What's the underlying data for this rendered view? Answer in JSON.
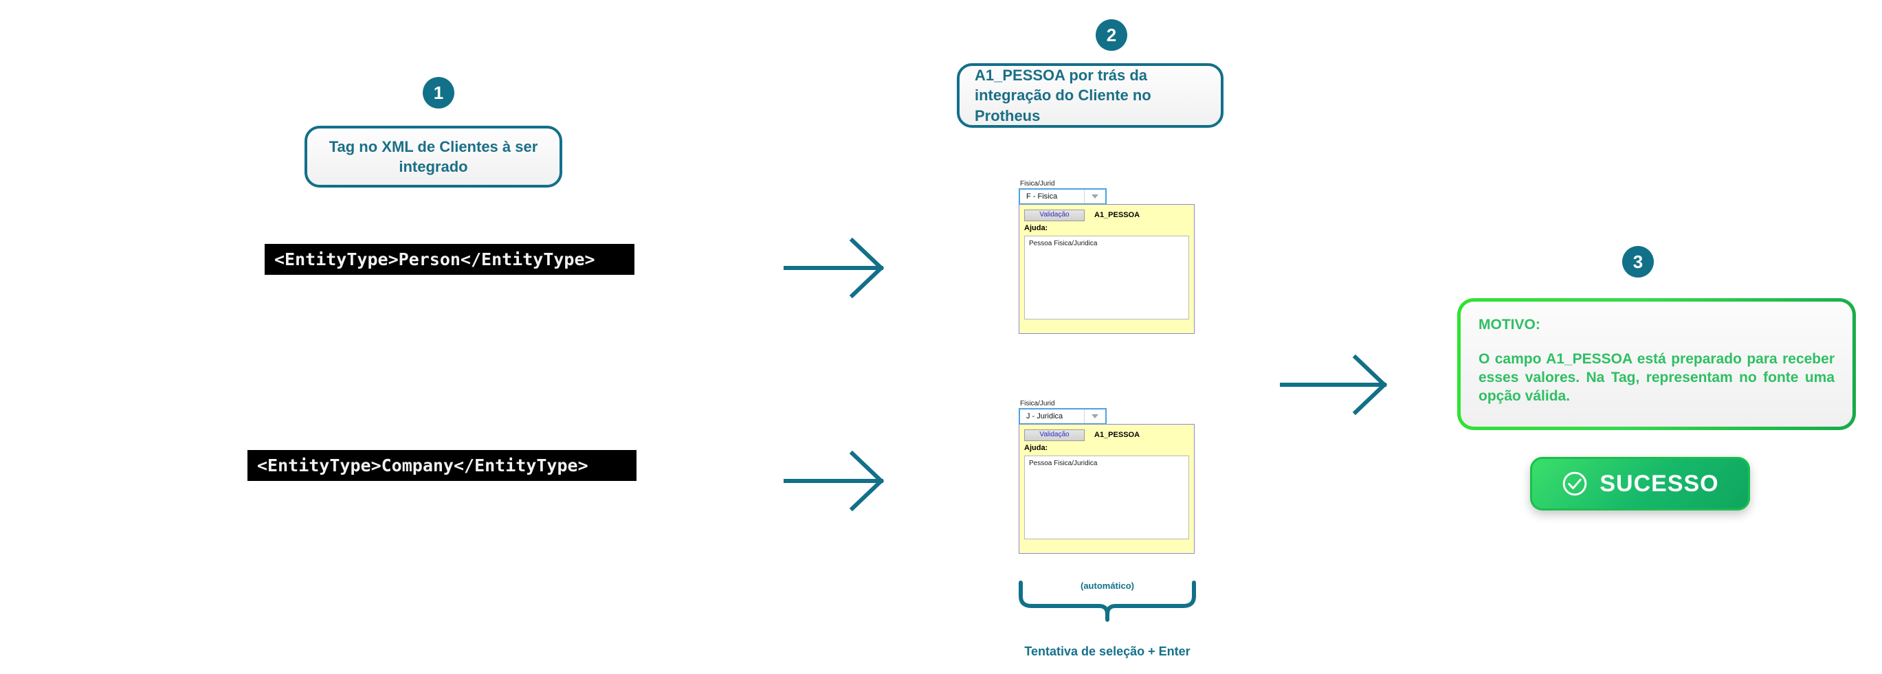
{
  "colors": {
    "teal": "#127089",
    "teal_text": "#1b6f86",
    "green_text": "#2fbf63",
    "green_border_start": "#2fe32f",
    "green_border_end": "#17a94a",
    "code_bg": "#000000",
    "panel_yellow": "#ffffb8"
  },
  "steps": {
    "one": {
      "badge": "1"
    },
    "two": {
      "badge": "2"
    },
    "three": {
      "badge": "3"
    }
  },
  "callouts": {
    "step1": "Tag no XML de Clientes à ser integrado",
    "step2": "A1_PESSOA por trás da integração do Cliente no Protheus"
  },
  "code_blocks": [
    {
      "text": "<EntityType>Person</EntityType>"
    },
    {
      "text": "<EntityType>Company</EntityType>"
    }
  ],
  "protheus_widgets": [
    {
      "field_label": "Fisica/Jurid",
      "combo_value": "F - Fisica",
      "validation_button": "Validação",
      "field_name": "A1_PESSOA",
      "help_label": "Ajuda:",
      "help_text": "Pessoa Fisica/Juridica"
    },
    {
      "field_label": "Fisica/Jurid",
      "combo_value": "J - Juridica",
      "validation_button": "Validação",
      "field_name": "A1_PESSOA",
      "help_label": "Ajuda:",
      "help_text": "Pessoa Fisica/Juridica"
    }
  ],
  "brace": {
    "label": "(automático)",
    "caption": "Tentativa de seleção + Enter"
  },
  "motive": {
    "title": "MOTIVO:",
    "body": "O campo A1_PESSOA está preparado para receber esses valores. Na Tag, representam no fonte uma opção válida."
  },
  "success": {
    "label": "SUCESSO",
    "icon": "check-circle-icon"
  },
  "arrows": [
    {
      "name": "arrow-person-to-widget"
    },
    {
      "name": "arrow-company-to-widget"
    },
    {
      "name": "arrow-widget-to-motive"
    }
  ]
}
